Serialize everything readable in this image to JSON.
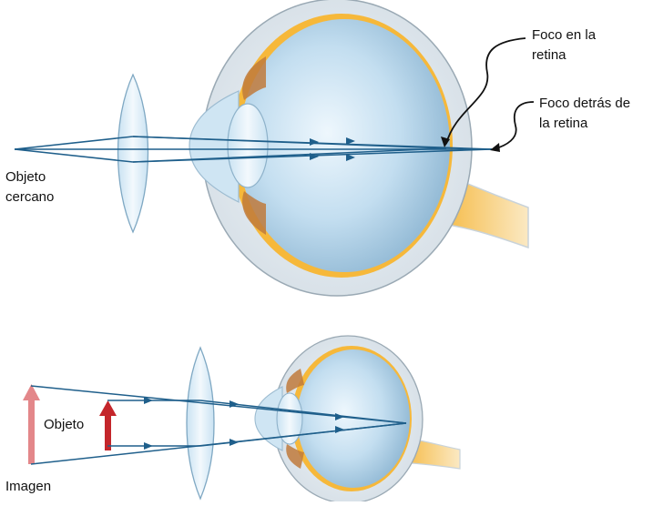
{
  "labels": {
    "near_object": [
      "Objeto",
      "cercano"
    ],
    "focus_on_retina": [
      "Foco en la",
      "retina"
    ],
    "focus_behind_retina": [
      "Foco detrás de",
      "la retina"
    ],
    "object": "Objeto",
    "image": "Imagen"
  },
  "colors": {
    "ray": "#1f5f8b",
    "lens_fill": "#dceef8",
    "lens_stroke": "#7fa8c3",
    "eye_body": "#b9d8ec",
    "sclera": "#d9e3ea",
    "retina": "#f6b83a",
    "optic_nerve": "#f8cf7a",
    "iris": "#c07a3c",
    "image_arrow": "#e3878a",
    "object_arrow": "#c4262b"
  }
}
